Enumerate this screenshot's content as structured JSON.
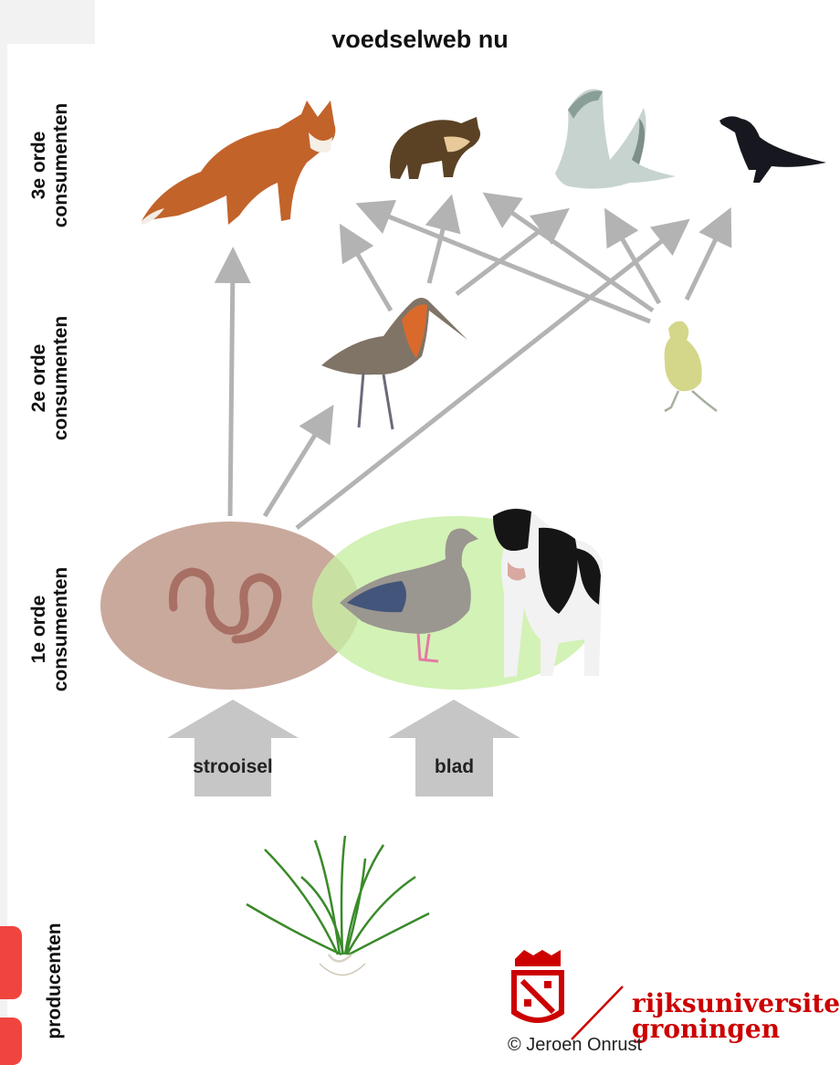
{
  "title": "voedselweb nu",
  "levels": {
    "third": [
      "3e orde",
      "consumenten"
    ],
    "second": [
      "2e orde",
      "consumenten"
    ],
    "first": [
      "1e orde",
      "consumenten"
    ],
    "producers": "producenten"
  },
  "flows": {
    "litter": "strooisel",
    "leaf": "blad"
  },
  "organisms": {
    "third_order": [
      "fox-icon",
      "marten-icon",
      "hawk-icon",
      "crow-icon"
    ],
    "second_order": [
      "godwit-icon",
      "godwit-chick-icon"
    ],
    "first_order": [
      "earthworm-icon",
      "goose-icon",
      "cow-icon"
    ],
    "producers": [
      "grass-icon"
    ]
  },
  "colors": {
    "litter_group": "#c9a99c",
    "leaf_group": "#c8efa4",
    "arrow": "#b3b3b3",
    "brand_red": "#cc0000",
    "tab_red": "#f0453f"
  },
  "logo": {
    "line1": "rijksuniversiteit",
    "line2": "groningen"
  },
  "credit": "© Jeroen Onrust"
}
